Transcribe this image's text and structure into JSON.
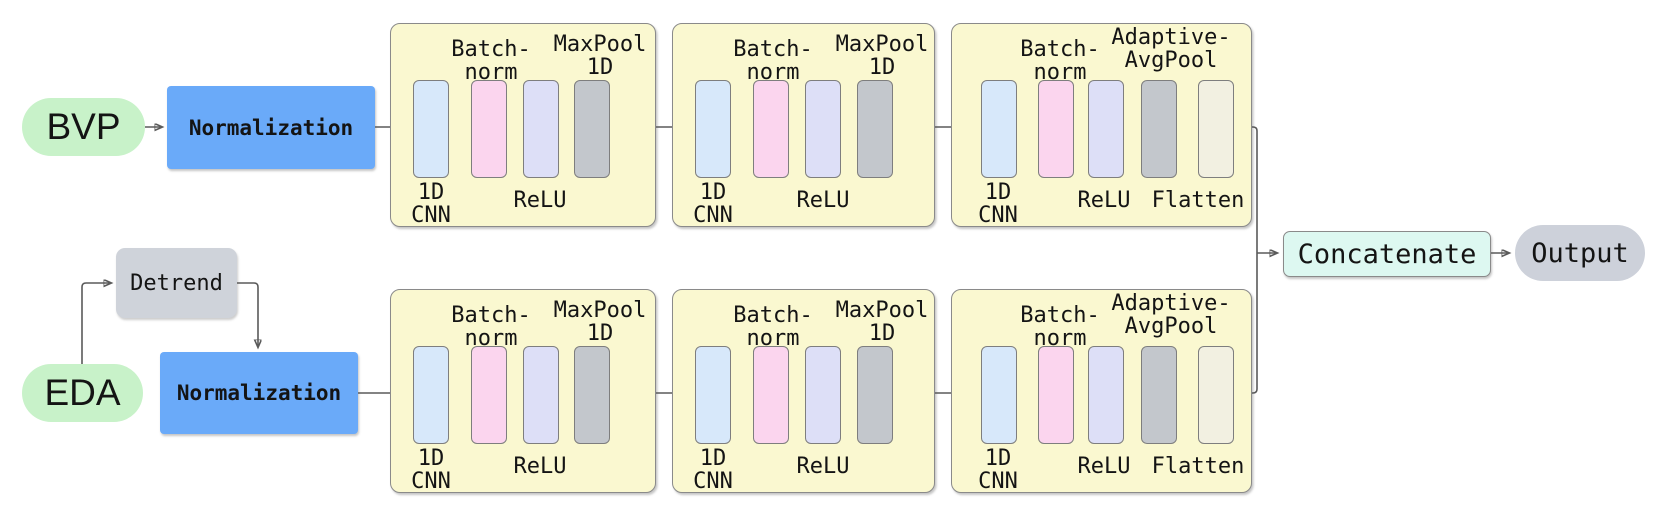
{
  "nodes": {
    "bvp": "BVP",
    "eda": "EDA",
    "normalization": "Normalization",
    "detrend": "Detrend",
    "concatenate": "Concatenate",
    "output": "Output"
  },
  "conv_labels": {
    "cnn_line1": "1D",
    "cnn_line2": "CNN",
    "batch_line1": "Batch-",
    "batch_line2": "norm",
    "relu": "ReLU",
    "maxpool_line1": "MaxPool",
    "maxpool_line2": "1D",
    "avgpool_line1": "Adaptive-",
    "avgpool_line2": "AvgPool",
    "flatten": "Flatten"
  },
  "streams": [
    {
      "input": "BVP",
      "preprocessing": [
        "Normalization"
      ],
      "blocks": [
        [
          "1D CNN",
          "Batch-norm",
          "ReLU",
          "MaxPool 1D"
        ],
        [
          "1D CNN",
          "Batch-norm",
          "ReLU",
          "MaxPool 1D"
        ],
        [
          "1D CNN",
          "Batch-norm",
          "ReLU",
          "Adaptive-AvgPool",
          "Flatten"
        ]
      ]
    },
    {
      "input": "EDA",
      "preprocessing": [
        "Detrend",
        "Normalization"
      ],
      "blocks": [
        [
          "1D CNN",
          "Batch-norm",
          "ReLU",
          "MaxPool 1D"
        ],
        [
          "1D CNN",
          "Batch-norm",
          "ReLU",
          "MaxPool 1D"
        ],
        [
          "1D CNN",
          "Batch-norm",
          "ReLU",
          "Adaptive-AvgPool",
          "Flatten"
        ]
      ]
    }
  ],
  "merge": {
    "operation": "Concatenate",
    "result": "Output"
  },
  "colors": {
    "input_pill": "#c8f2c9",
    "normalization_box": "#6aaaf9",
    "block_bg": "#faf8d0",
    "conv_bar": "#d7e8fa",
    "batchnorm_bar": "#fbd5ee",
    "relu_bar": "#dddff7",
    "pool_bar": "#c3c7cc",
    "flatten_bar": "#f2f0e1",
    "detrend_box": "#cfd3da",
    "concatenate_box": "#ddf8f1",
    "output_pill": "#cdd1da",
    "wire": "#5a5a5a",
    "text": "#141414",
    "border": "#8a8a8a"
  }
}
